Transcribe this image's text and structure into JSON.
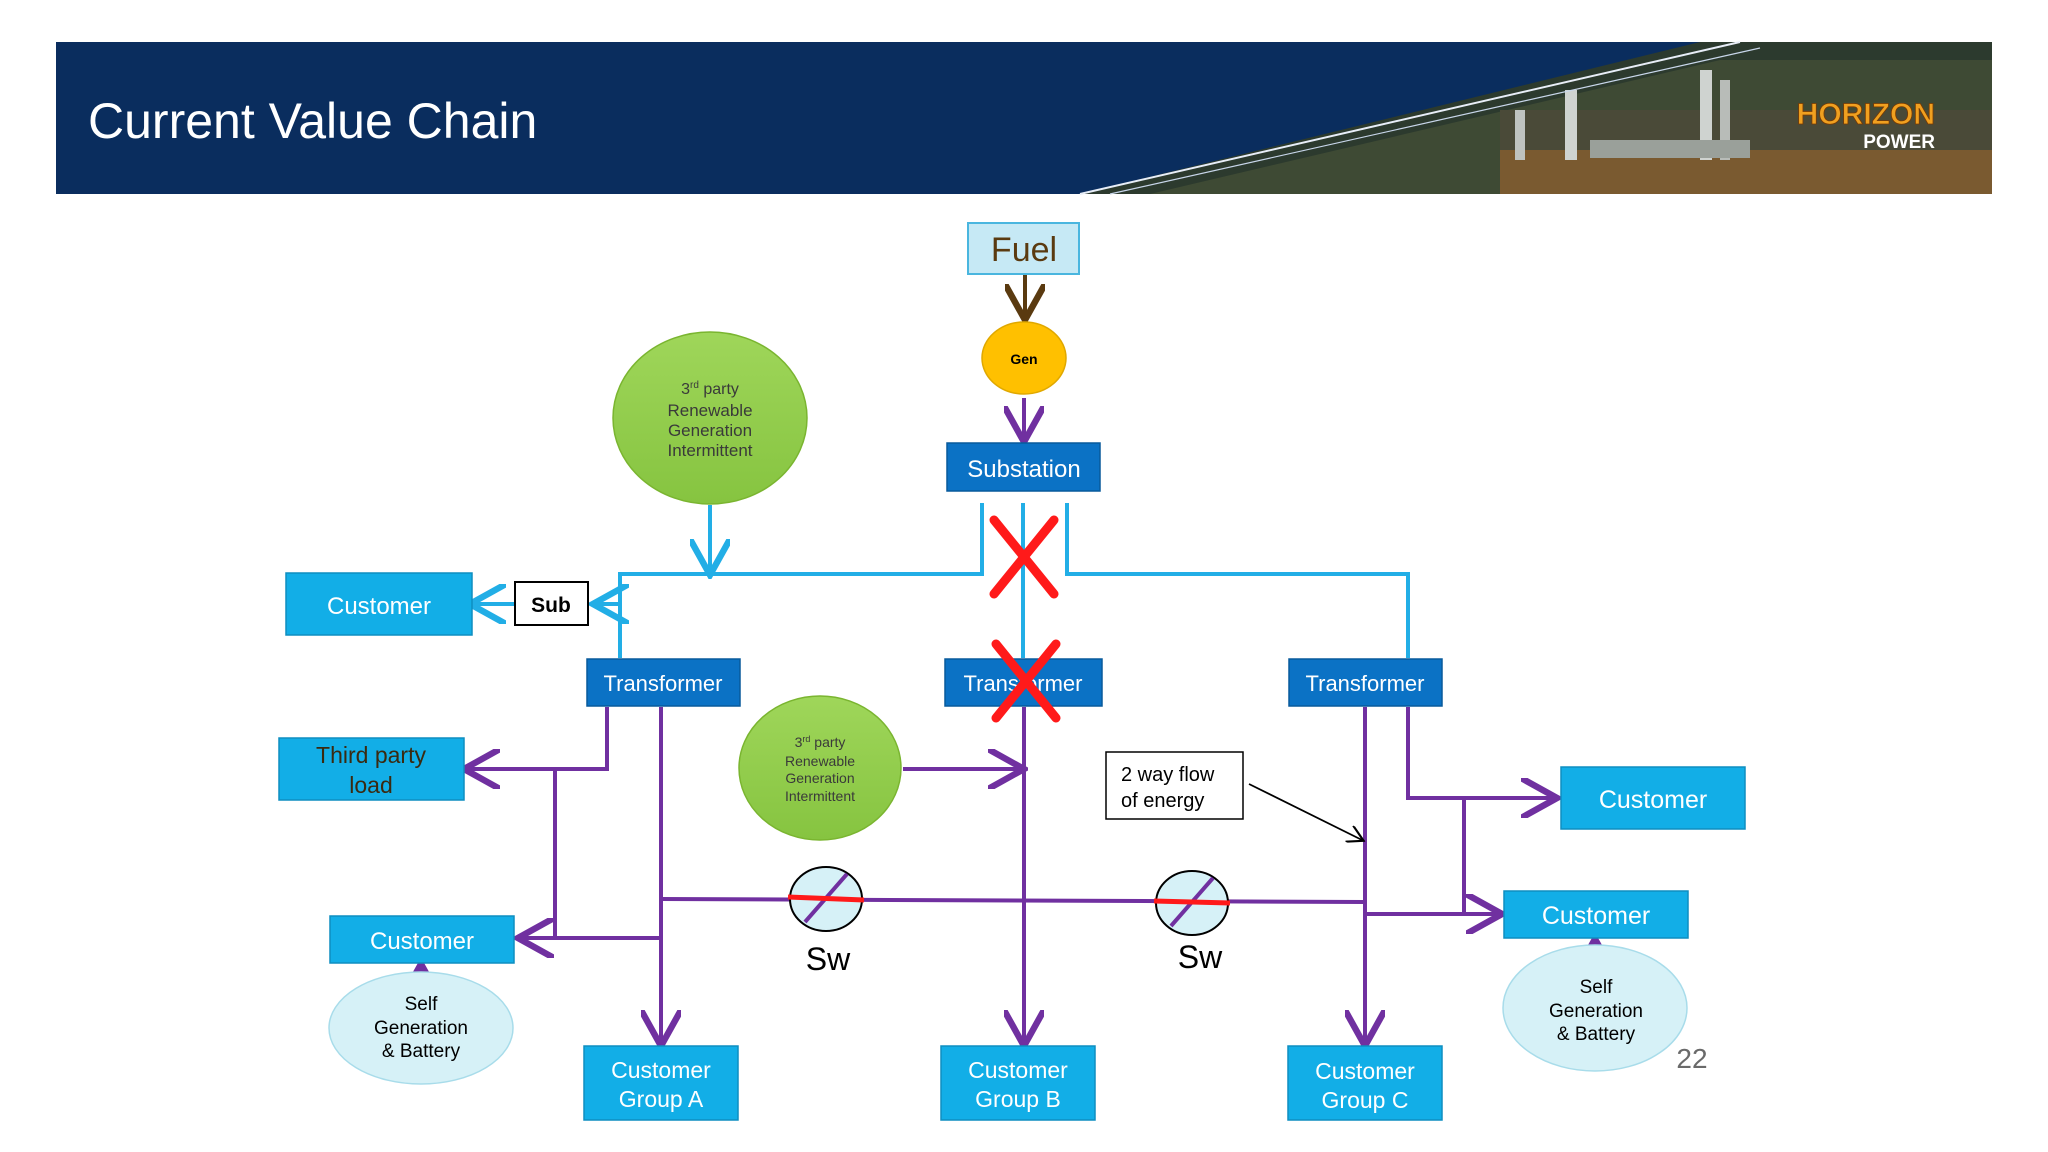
{
  "header": {
    "title": "Current Value Chain",
    "logo_top": "HORIZON",
    "logo_bottom": "POWER"
  },
  "nodes": {
    "fuel": "Fuel",
    "gen": "Gen",
    "substation": "Substation",
    "renewable_top": {
      "ordinal": "3",
      "sup": "rd",
      "l1": " party",
      "l2": "Renewable",
      "l3": "Generation",
      "l4": "Intermittent"
    },
    "renewable_mid": {
      "ordinal": "3",
      "sup": "rd",
      "l1": " party",
      "l2": "Renewable",
      "l3": "Generation",
      "l4": "Intermittent"
    },
    "sub": "Sub",
    "customer_top_left": "Customer",
    "transformer_left": "Transformer",
    "transformer_center": "Transformer",
    "transformer_right": "Transformer",
    "third_party_load": {
      "l1": "Third party",
      "l2": "load"
    },
    "customer_left": "Customer",
    "self_gen_left": {
      "l1": "Self",
      "l2": "Generation",
      "l3": "& Battery"
    },
    "customer_group_a": {
      "l1": "Customer",
      "l2": "Group A"
    },
    "customer_group_b": {
      "l1": "Customer",
      "l2": "Group B"
    },
    "customer_group_c": {
      "l1": "Customer",
      "l2": "Group C"
    },
    "customer_right_top": "Customer",
    "customer_right": "Customer",
    "self_gen_right": {
      "l1": "Self",
      "l2": "Generation",
      "l3": "& Battery"
    },
    "switch_left": "Sw",
    "switch_right": "Sw",
    "two_way": {
      "l1": "2 way flow",
      "l2": "of energy"
    }
  },
  "page_number": "22",
  "colors": {
    "header_bg": "#0a2d5e",
    "box_blue": "#0b72c5",
    "box_cyan": "#12aee7",
    "line_cyan": "#22aee6",
    "line_purple": "#7030a0",
    "green": "#92d050",
    "gen_orange": "#ffc000",
    "red_x": "#ff1a1a",
    "light_circle": "#d6f1f7",
    "fuel_fill": "#c6e9f5"
  }
}
